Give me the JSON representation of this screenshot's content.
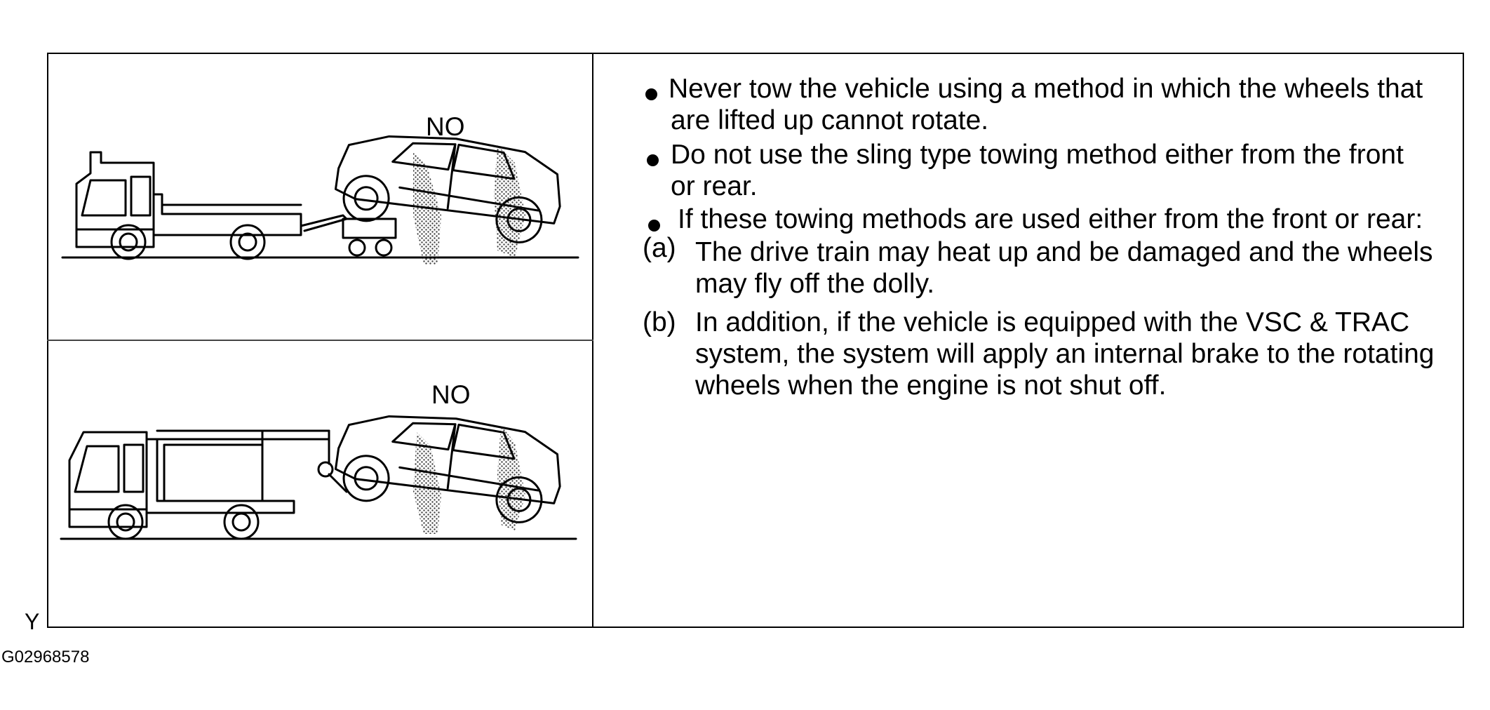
{
  "labels": {
    "no_top": "NO",
    "no_bottom": "NO",
    "corner_mark": "Y",
    "figure_id": "G02968578"
  },
  "bullets": [
    {
      "lines": [
        "Never tow the vehicle using a method in which the wheels that",
        "are lifted up cannot rotate."
      ]
    },
    {
      "lines": [
        "Do not use the sling type towing method either from the front",
        "or rear."
      ]
    },
    {
      "lines": [
        "If these towing methods are used either from the front or rear:"
      ]
    }
  ],
  "sub_items": [
    {
      "marker": "(a)",
      "lines": [
        "The drive train may heat up and be damaged and the wheels",
        "may fly off the dolly."
      ]
    },
    {
      "marker": "(b)",
      "lines": [
        "In addition, if the vehicle is equipped with the VSC & TRAC",
        "system, the system will apply an internal brake to the rotating",
        "wheels when the engine is not shut off."
      ]
    }
  ]
}
